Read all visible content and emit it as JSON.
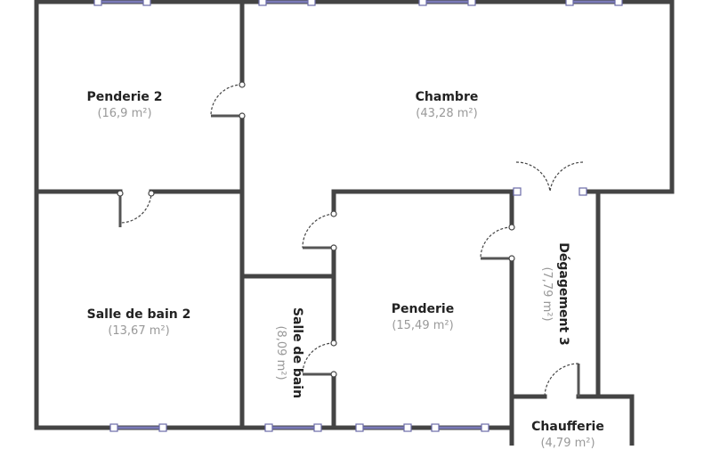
{
  "rooms": [
    {
      "name": "Penderie 2",
      "area": "(16,9 m²)"
    },
    {
      "name": "Chambre",
      "area": "(43,28 m²)"
    },
    {
      "name": "Salle de bain 2",
      "area": "(13,67 m²)"
    },
    {
      "name": "Salle de bain",
      "area": "(8,09 m²)"
    },
    {
      "name": "Penderie",
      "area": "(15,49 m²)"
    },
    {
      "name": "Dégagement 3",
      "area": "(7,79 m²)"
    },
    {
      "name": "Chaufferie",
      "area": "(4,79 m²)"
    }
  ],
  "colors": {
    "wall": "#444444",
    "window": "#7a7ab8"
  }
}
